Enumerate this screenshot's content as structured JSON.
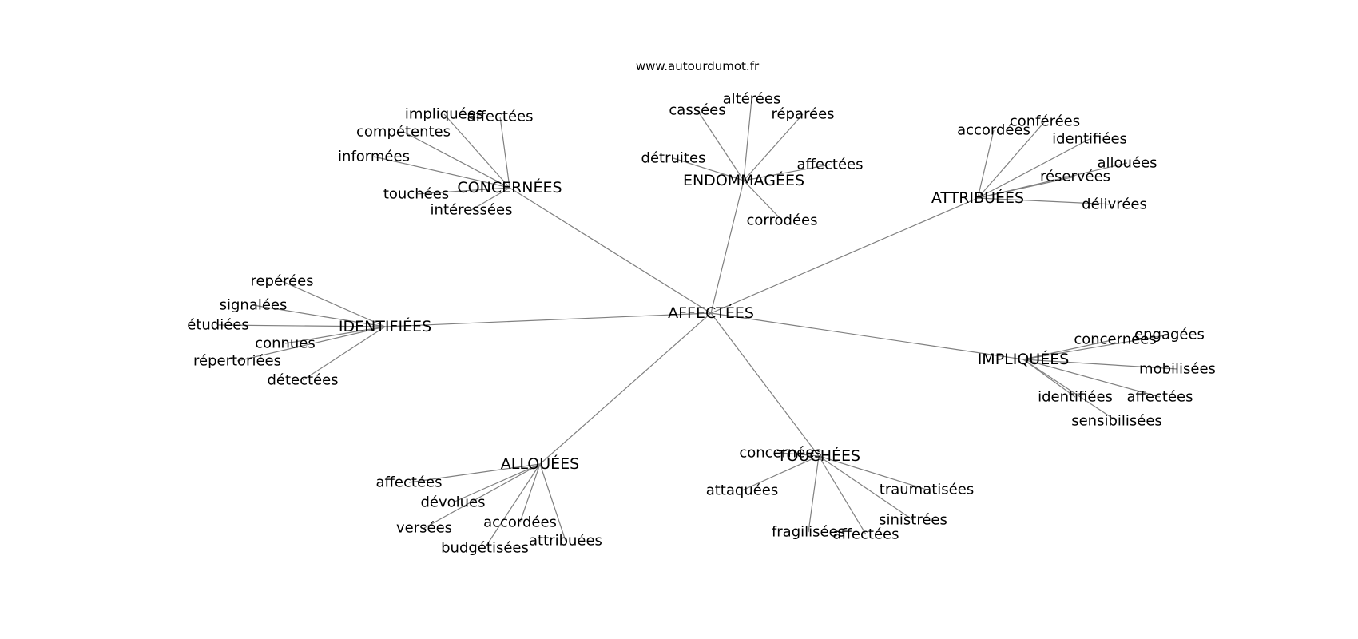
{
  "site": "www.autourdumot.fr",
  "center": "AFFECTÉES",
  "clusters": [
    {
      "id": "concernees",
      "label": "CONCERNÉES",
      "leaves": [
        "impliquées",
        "affectées",
        "compétentes",
        "informées",
        "touchées",
        "intéressées"
      ]
    },
    {
      "id": "endommagees",
      "label": "ENDOMMAGÉES",
      "leaves": [
        "altérées",
        "cassées",
        "réparées",
        "détruites",
        "affectées",
        "corrodées"
      ]
    },
    {
      "id": "attribuees",
      "label": "ATTRIBUÉES",
      "leaves": [
        "conférées",
        "accordées",
        "identifiées",
        "allouées",
        "réservées",
        "délivrées"
      ]
    },
    {
      "id": "identifiees",
      "label": "IDENTIFIÉES",
      "leaves": [
        "repérées",
        "signalées",
        "étudiées",
        "connues",
        "répertoriées",
        "détectées"
      ]
    },
    {
      "id": "impliquees",
      "label": "IMPLIQUÉES",
      "leaves": [
        "engagées",
        "concernées",
        "mobilisées",
        "identifiées",
        "affectées",
        "sensibilisées"
      ]
    },
    {
      "id": "allouees",
      "label": "ALLOUÉES",
      "leaves": [
        "affectées",
        "dévolues",
        "versées",
        "accordées",
        "budgétisées",
        "attribuées"
      ]
    },
    {
      "id": "touchees",
      "label": "TOUCHÉES",
      "leaves": [
        "concernées",
        "attaquées",
        "traumatisées",
        "sinistrées",
        "fragilisées",
        "affectées"
      ]
    }
  ]
}
